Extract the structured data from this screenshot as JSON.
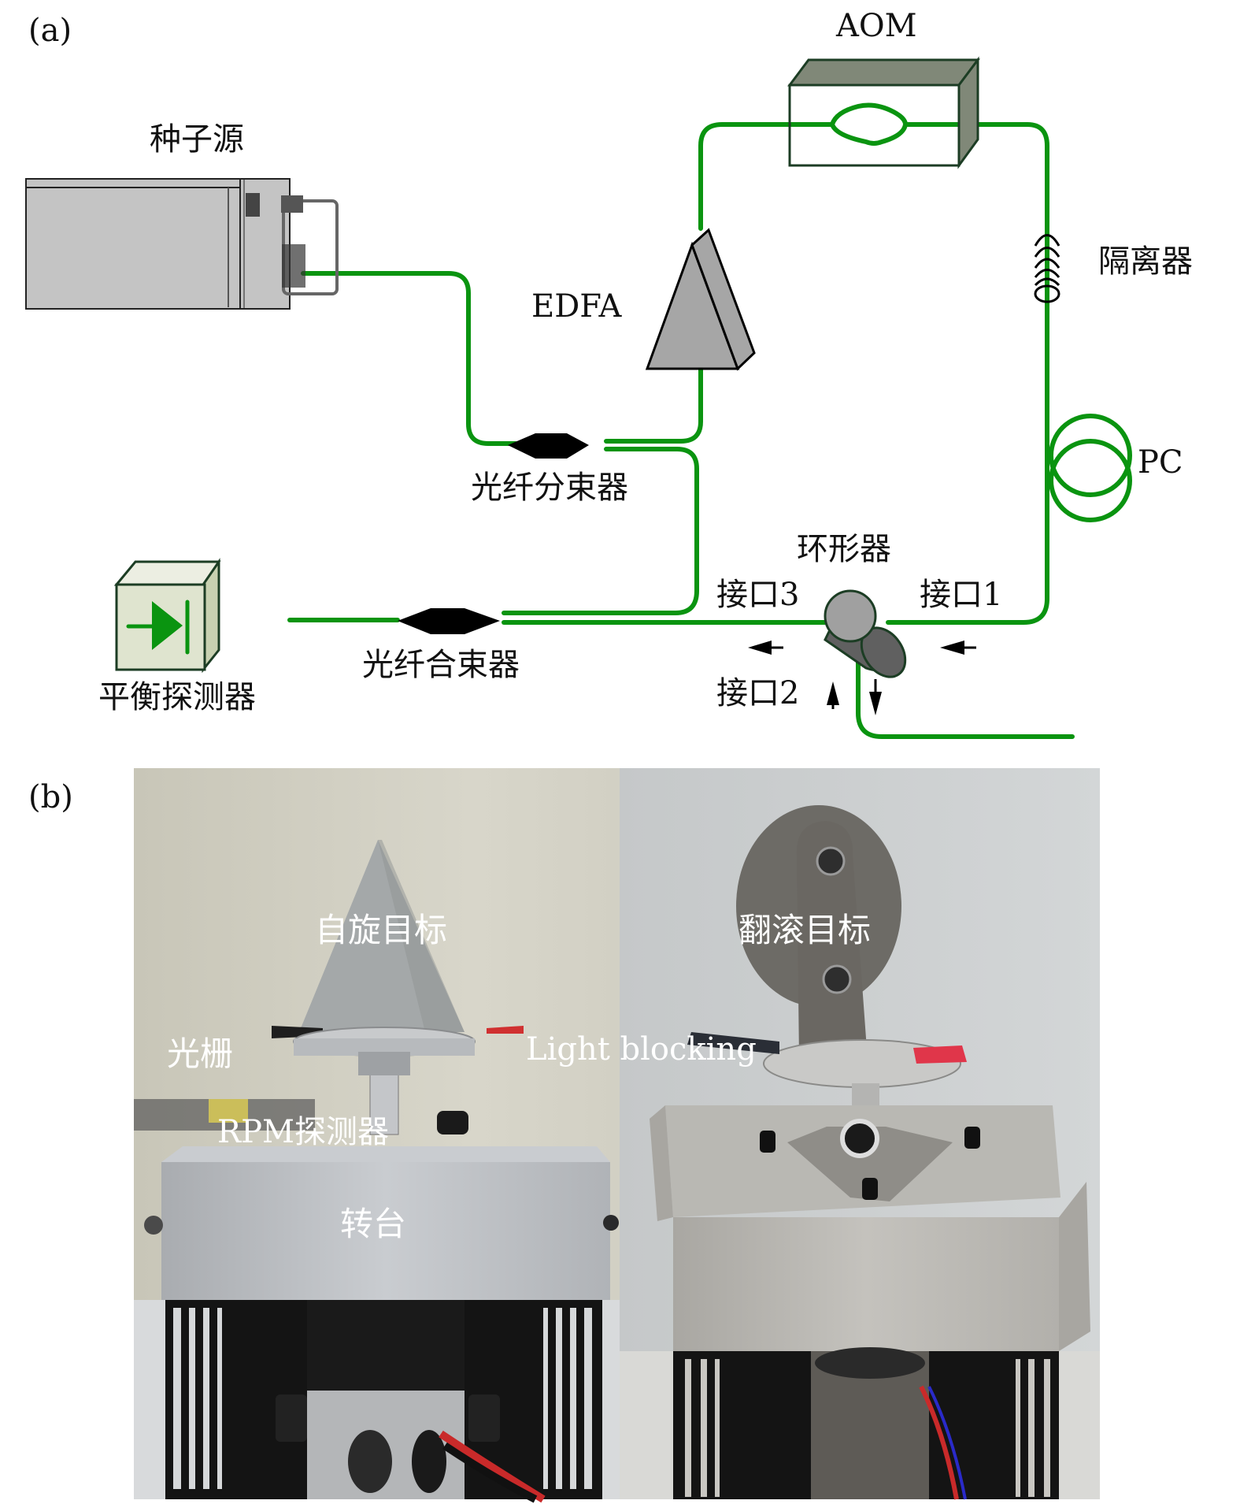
{
  "panel_a": {
    "tag": "(a)",
    "labels": {
      "seed_source": "种子源",
      "aom": "AOM",
      "edfa": "EDFA",
      "isolator": "隔离器",
      "pc": "PC",
      "splitter": "光纤分束器",
      "combiner": "光纤合束器",
      "balanced_detector": "平衡探测器",
      "circulator": "环形器",
      "port1": "接口1",
      "port2": "接口2",
      "port3": "接口3"
    },
    "colors": {
      "fiber": "#0a9410",
      "aom_dark": "#808878",
      "edfa_fill": "#a6a6a6",
      "detector_fill": "#dfe4cf",
      "detector_side": "#c8d1b1",
      "circulator_face": "#a0a0a0",
      "circulator_body": "#606060",
      "seed_fill": "#c4c4c4"
    }
  },
  "panel_b": {
    "tag": "(b)",
    "left_photo": {
      "spin_target": "自旋目标",
      "grating": "光栅",
      "rpm_detector": "RPM探测器",
      "turntable": "转台"
    },
    "right_photo": {
      "tumble_target": "翻滚目标"
    },
    "shared": {
      "light_blocking": "Light blocking"
    }
  }
}
